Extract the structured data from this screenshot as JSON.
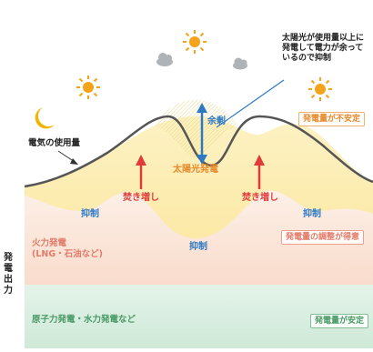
{
  "top_caption": "",
  "annotation": "太陽光が使用量以上に\n発電して電力が余って\nいるので抑制",
  "labels": {
    "usage": "電気の使用量",
    "surplus": "余剰",
    "solar": "太陽光発電",
    "boost": "焚き増し",
    "suppress": "抑制",
    "thermal": "火力発電\n(LNG・石油など)",
    "base": "原子力発電・水力発電など",
    "axis": "発電出力"
  },
  "tags": {
    "unstable": "発電量が不安定",
    "adjustable": "発電量の調整が得意",
    "stable": "発電量が安定"
  },
  "icons": {
    "sun": "sun-icon",
    "cloud": "cloud-icon",
    "moon": "crescent-moon-icon"
  },
  "colors": {
    "base_band": "#dcefe3",
    "thermal_band": "#fbe6da",
    "solar_fill": "#fdf0b8",
    "usage_line": "#555555",
    "blue": "#2e79c4",
    "red": "#e13a3a",
    "orange": "#e88a2a",
    "sun": "#f5a31b",
    "cloud": "#aeb3b8",
    "moon": "#f2b400"
  }
}
